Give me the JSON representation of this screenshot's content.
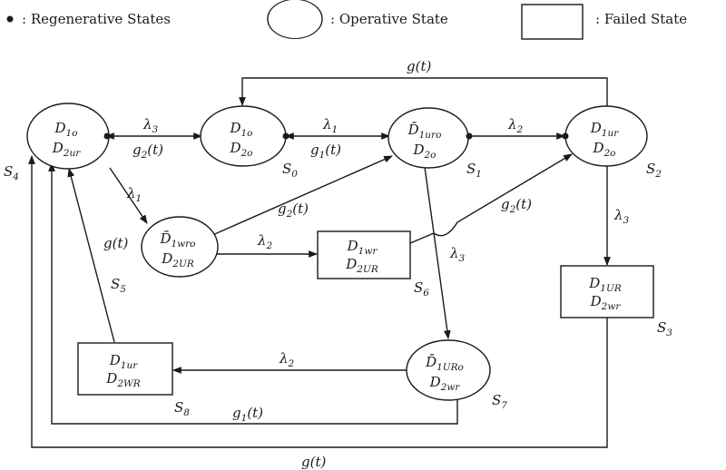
{
  "legend": {
    "regenerative": ": Regenerative States",
    "operative": ": Operative State",
    "failed": ": Failed State"
  },
  "states": {
    "S0": {
      "label": "S",
      "label_sub": "0",
      "l1": "D",
      "l1_sub": "1o",
      "l2": "D",
      "l2_sub": "2o"
    },
    "S1": {
      "label": "S",
      "label_sub": "1",
      "l1": "D̄",
      "l1_sub": "1uro",
      "l2": "D",
      "l2_sub": "2o"
    },
    "S2": {
      "label": "S",
      "label_sub": "2",
      "l1": "D",
      "l1_sub": "1ur",
      "l2": "D",
      "l2_sub": "2o"
    },
    "S3": {
      "label": "S",
      "label_sub": "3",
      "l1": "D",
      "l1_sub": "1UR",
      "l2": "D",
      "l2_sub": "2wr"
    },
    "S4": {
      "label": "S",
      "label_sub": "4",
      "l1": "D",
      "l1_sub": "1o",
      "l2": "D",
      "l2_sub": "2ur"
    },
    "S5": {
      "label": "S",
      "label_sub": "5",
      "l1": "D̄",
      "l1_sub": "1wro",
      "l2": "D",
      "l2_sub": "2UR"
    },
    "S6": {
      "label": "S",
      "label_sub": "6",
      "l1": "D",
      "l1_sub": "1wr",
      "l2": "D",
      "l2_sub": "2UR"
    },
    "S7": {
      "label": "S",
      "label_sub": "7",
      "l1": "D̄",
      "l1_sub": "1URo",
      "l2": "D",
      "l2_sub": "2wr"
    },
    "S8": {
      "label": "S",
      "label_sub": "8",
      "l1": "D",
      "l1_sub": "1ur",
      "l2": "D",
      "l2_sub": "2WR"
    }
  },
  "edge_labels": {
    "lambda1": "λ",
    "lambda1_sub": "1",
    "lambda2": "λ",
    "lambda2_sub": "2",
    "lambda3": "λ",
    "lambda3_sub": "3",
    "g": "g(t)",
    "g1": "g",
    "g1_sub": "1",
    "g1_tail": "(t)",
    "g2": "g",
    "g2_sub": "2",
    "g2_tail": "(t)"
  }
}
